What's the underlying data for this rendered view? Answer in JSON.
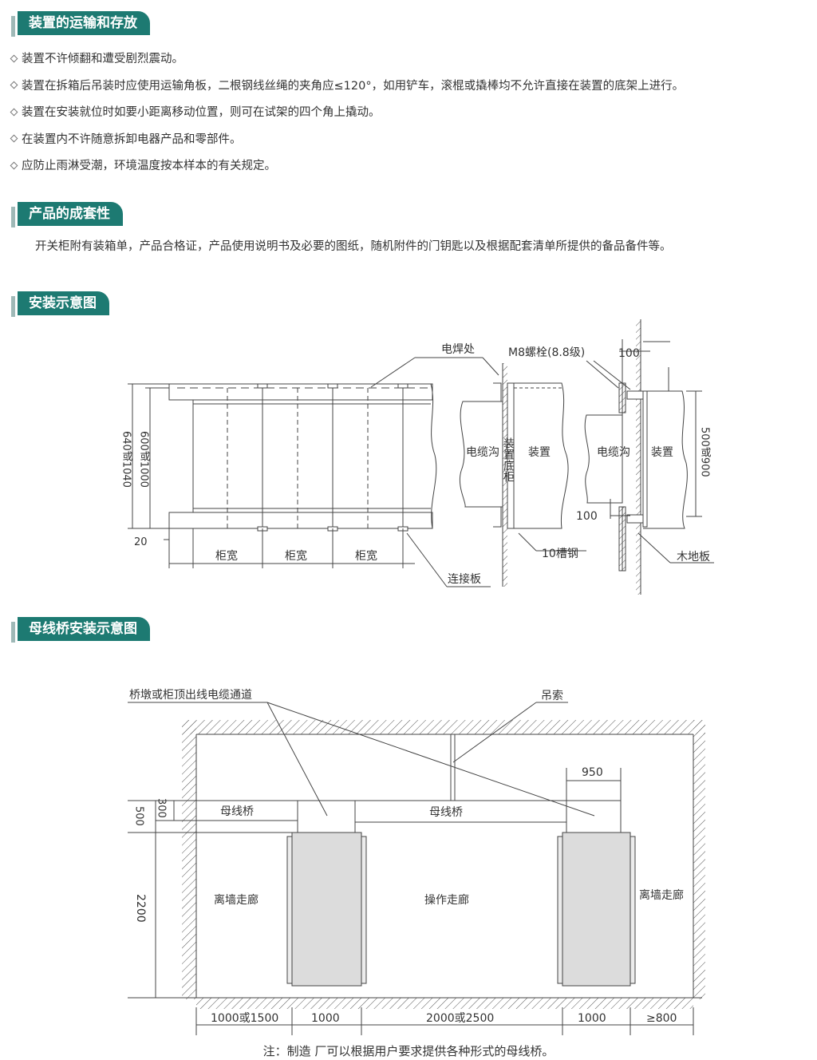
{
  "sections": {
    "transport": {
      "title": "装置的运输和存放",
      "items": [
        "装置不许倾翻和遭受剧烈震动。",
        "装置在拆箱后吊装时应使用运输角板，二根钢线丝绳的夹角应≤120°，如用铲车，滚棍或撬棒均不允许直接在装置的底架上进行。",
        "装置在安装就位时如要小距离移动位置，则可在试架的四个角上撬动。",
        "在装置内不许随意拆卸电器产品和零部件。",
        "应防止雨淋受潮，环境温度按本样本的有关规定。"
      ]
    },
    "completeness": {
      "title": "产品的成套性",
      "text": "开关柜附有装箱单，产品合格证，产品使用说明书及必要的图纸，随机附件的门钥匙以及根据配套清单所提供的备品备件等。"
    },
    "install": {
      "title": "安装示意图",
      "labels": {
        "weld": "电焊处",
        "bolt": "M8螺栓(8.8级)",
        "d100": "100",
        "trench1": "电缆沟",
        "base": "装置底柜",
        "device1": "装置",
        "trench2": "电缆沟",
        "device2": "装置",
        "h500": "500或900",
        "h640": "640或1040",
        "h600": "600或1000",
        "d20": "20",
        "w1": "柜宽",
        "w2": "柜宽",
        "w3": "柜宽",
        "plate": "连接板",
        "channel": "10槽钢",
        "floor": "木地板",
        "b100": "100"
      }
    },
    "busbar": {
      "title": "母线桥安装示意图",
      "labels": {
        "channel": "桥墩或柜顶出线电缆通道",
        "sling": "吊索",
        "w950": "950",
        "bus1": "母线桥",
        "bus2": "母线桥",
        "h500": "500",
        "h300": "300",
        "h2200": "2200",
        "aisle1": "离墙走廊",
        "aisle2": "操作走廊",
        "aisle3": "离墙走廊",
        "d1": "1000或1500",
        "d2": "1000",
        "d3": "2000或2500",
        "d4": "1000",
        "d5": "≥800"
      },
      "note": "注：制造 厂可以根据用户要求提供各种形式的母线桥。"
    }
  },
  "colors": {
    "header_bg": "#1d7a72",
    "header_accent": "#9fb9b7",
    "cabinet_fill": "#dcdcdc"
  }
}
